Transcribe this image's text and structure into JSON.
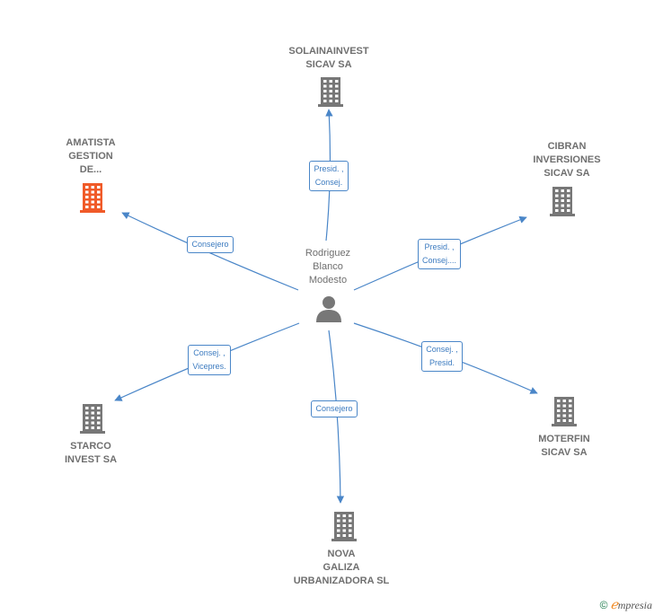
{
  "center": {
    "name": "Rodriguez\nBlanco\nModesto",
    "icon": "person-icon"
  },
  "companies": [
    {
      "id": "solainainvest",
      "label": "SOLAINAINVEST\nSICAV SA",
      "icon": "building-icon",
      "color": "#777777"
    },
    {
      "id": "cibran",
      "label": "CIBRAN\nINVERSIONES\nSICAV SA",
      "icon": "building-icon",
      "color": "#777777"
    },
    {
      "id": "moterfin",
      "label": "MOTERFIN\nSICAV SA",
      "icon": "building-icon",
      "color": "#777777"
    },
    {
      "id": "nova-galiza",
      "label": "NOVA\nGALIZA\nURBANIZADORA SL",
      "icon": "building-icon",
      "color": "#777777"
    },
    {
      "id": "starco",
      "label": "STARCO\nINVEST SA",
      "icon": "building-icon",
      "color": "#777777"
    },
    {
      "id": "amatista",
      "label": "AMATISTA\nGESTION\nDE...",
      "icon": "building-icon",
      "color": "#f05a28"
    }
  ],
  "edges": [
    {
      "to": "solainainvest",
      "label": "Presid. ,\nConsej."
    },
    {
      "to": "cibran",
      "label": "Presid. ,\nConsej...."
    },
    {
      "to": "moterfin",
      "label": "Consej. ,\nPresid."
    },
    {
      "to": "nova-galiza",
      "label": "Consejero"
    },
    {
      "to": "starco",
      "label": "Consej. ,\nVicepres."
    },
    {
      "to": "amatista",
      "label": "Consejero"
    }
  ],
  "footer": {
    "copyright": "©",
    "brand_initial": "ℯ",
    "brand_rest": "mpresia"
  },
  "colors": {
    "edge": "#4a86c8",
    "building": "#777777",
    "highlight": "#f05a28",
    "person": "#777777"
  }
}
